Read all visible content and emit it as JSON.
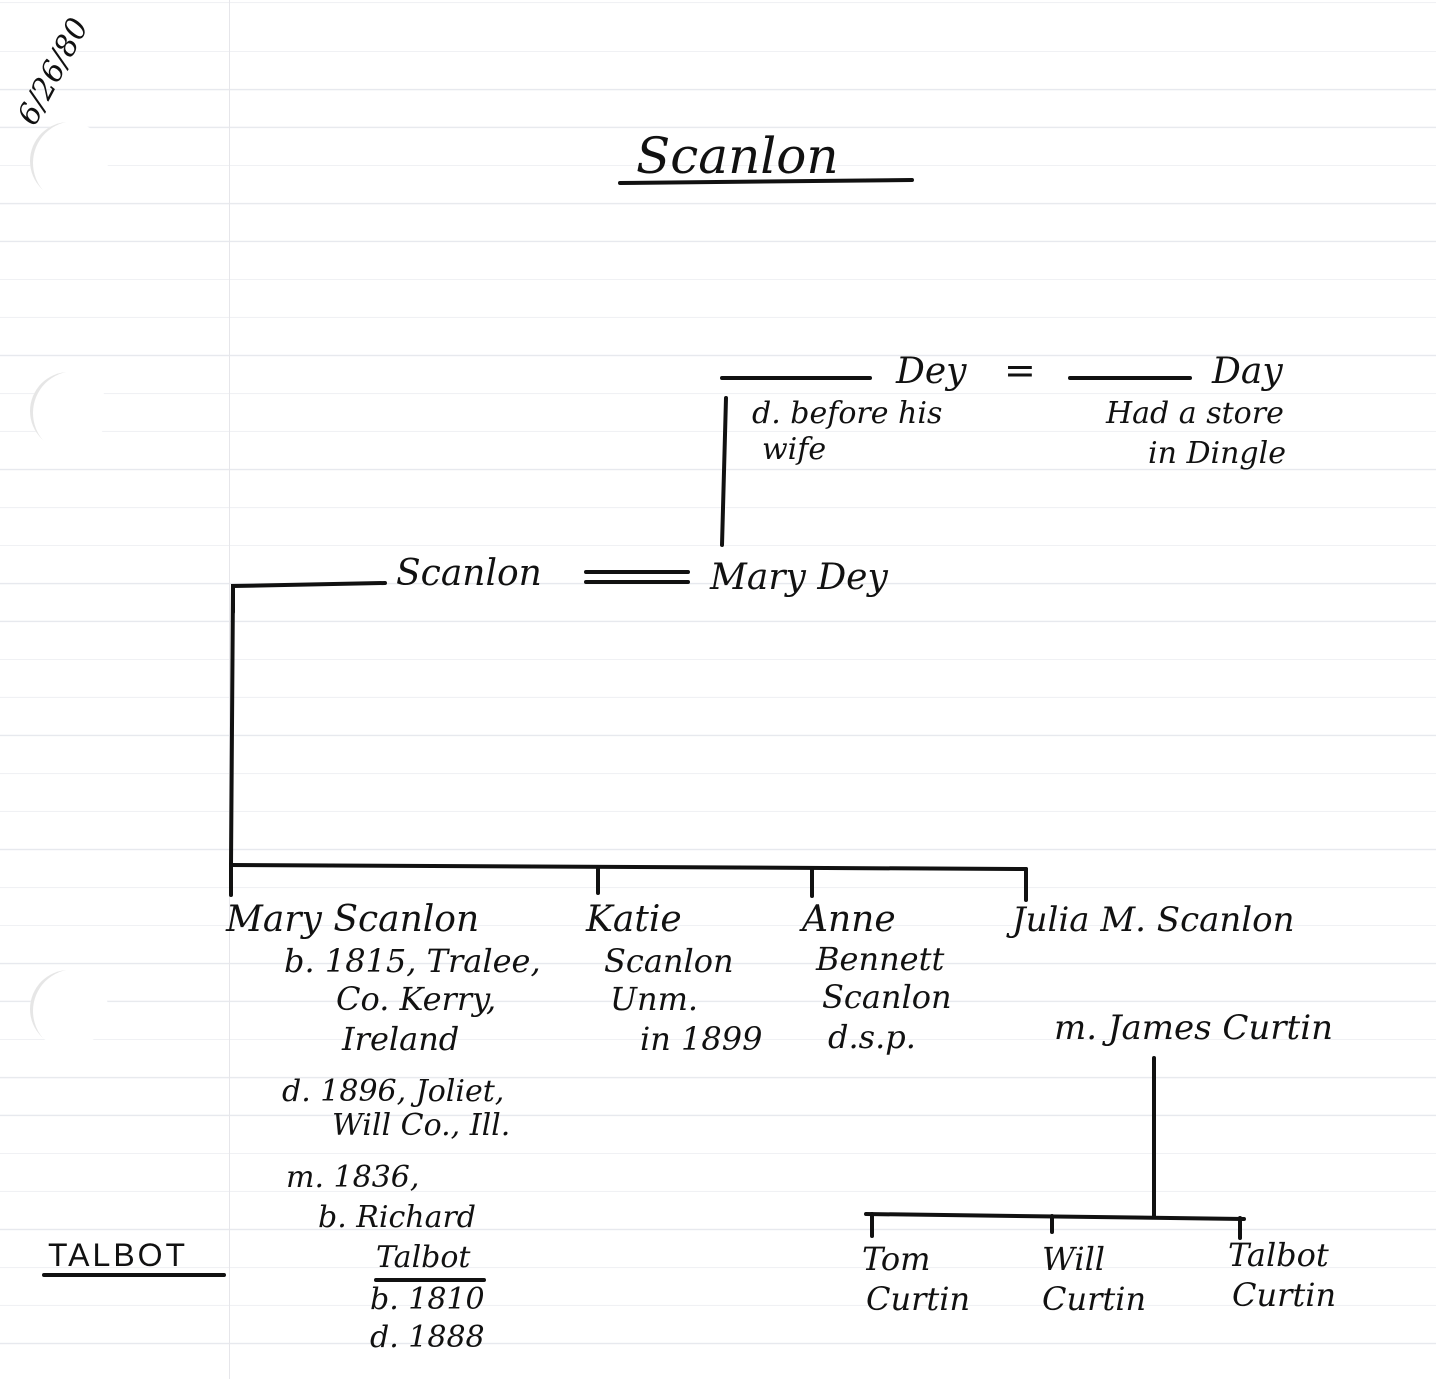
{
  "note_date": "6/26/80",
  "title": "Scanlon",
  "generation1": {
    "husband": {
      "name": "Dey",
      "note": [
        "d. before his",
        "wife"
      ]
    },
    "wife": {
      "name": "Day",
      "note": [
        "Had a store",
        "in Dingle"
      ]
    },
    "marriage_sign": "="
  },
  "generation2": {
    "husband": {
      "name": "Scanlon"
    },
    "wife": {
      "name": "Mary Dey"
    },
    "marriage_sign": "="
  },
  "children": [
    {
      "name": "Mary Scanlon",
      "details": [
        "b. 1815, Tralee,",
        "Co. Kerry,",
        "Ireland",
        "d. 1896, Joliet,",
        "Will Co., Ill.",
        "m. 1836,",
        "b. Richard",
        "Talbot",
        "b. 1810",
        "d. 1888"
      ]
    },
    {
      "name": "Katie",
      "details": [
        "Scanlon",
        "Unm.",
        "in 1899"
      ]
    },
    {
      "name": "Anne",
      "details": [
        "Bennett",
        "Scanlon",
        "d.s.p."
      ]
    },
    {
      "name": "Julia M. Scanlon",
      "spouse": "m. James Curtin"
    }
  ],
  "grandchildren": [
    {
      "name": [
        "Tom",
        "Curtin"
      ]
    },
    {
      "name": [
        "Will",
        "Curtin"
      ]
    },
    {
      "name": [
        "Talbot",
        "Curtin"
      ]
    }
  ],
  "margin_label": "TALBOT"
}
